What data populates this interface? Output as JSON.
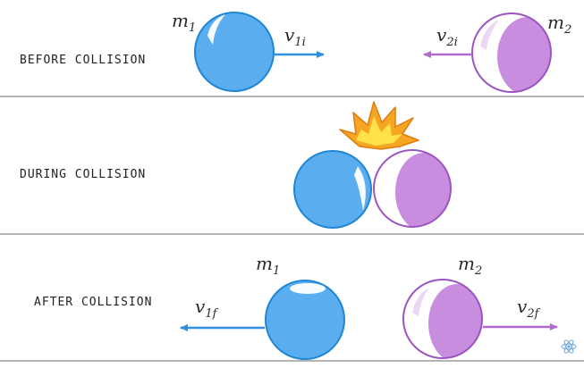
{
  "colors": {
    "ball1_fill": "#5aaef0",
    "ball1_stroke": "#1f86d6",
    "ball2_fill": "#c98de0",
    "ball2_stroke": "#9b55c0",
    "ground": "#9a9a9a",
    "arrow_blue": "#2e8ee0",
    "arrow_purple": "#b06ad0",
    "burst_outer": "#f5a623",
    "burst_inner": "#ffe14a"
  },
  "stages": {
    "before": {
      "label": "BEFORE COLLISION",
      "m1": {
        "base": "m",
        "sub": "1"
      },
      "m2": {
        "base": "m",
        "sub": "2"
      },
      "v1": {
        "base": "v",
        "sub": "1i"
      },
      "v2": {
        "base": "v",
        "sub": "2i"
      }
    },
    "during": {
      "label": "DURING COLLISION",
      "burst_icon": "explosion-burst-icon"
    },
    "after": {
      "label": "AFTER COLLISION",
      "m1": {
        "base": "m",
        "sub": "1"
      },
      "m2": {
        "base": "m",
        "sub": "2"
      },
      "v1": {
        "base": "v",
        "sub": "1f"
      },
      "v2": {
        "base": "v",
        "sub": "2f"
      }
    }
  },
  "corner_icon": "atom-icon"
}
